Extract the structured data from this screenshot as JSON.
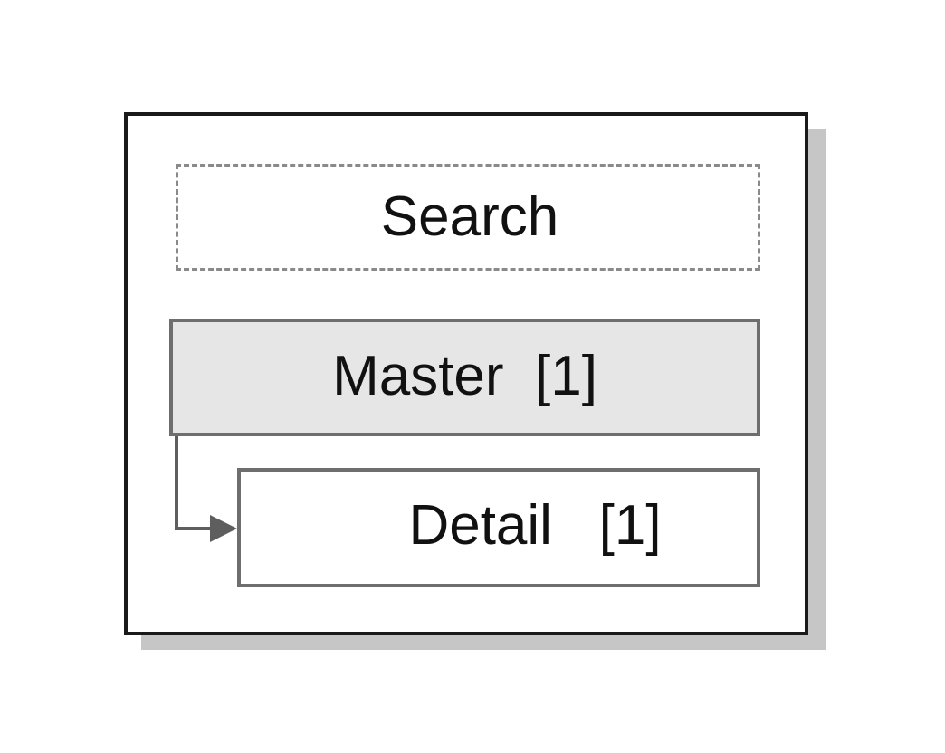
{
  "diagram": {
    "search": {
      "label": "Search"
    },
    "master": {
      "label": "Master  [1]"
    },
    "detail": {
      "label": "Detail   [1]"
    }
  },
  "colors": {
    "frame_border": "#1a1a1a",
    "frame_shadow": "#c6c6c6",
    "search_border": "#8a8a8a",
    "box_border": "#6e6e6e",
    "master_fill": "#e6e6e6",
    "connector": "#5e5e5e"
  }
}
